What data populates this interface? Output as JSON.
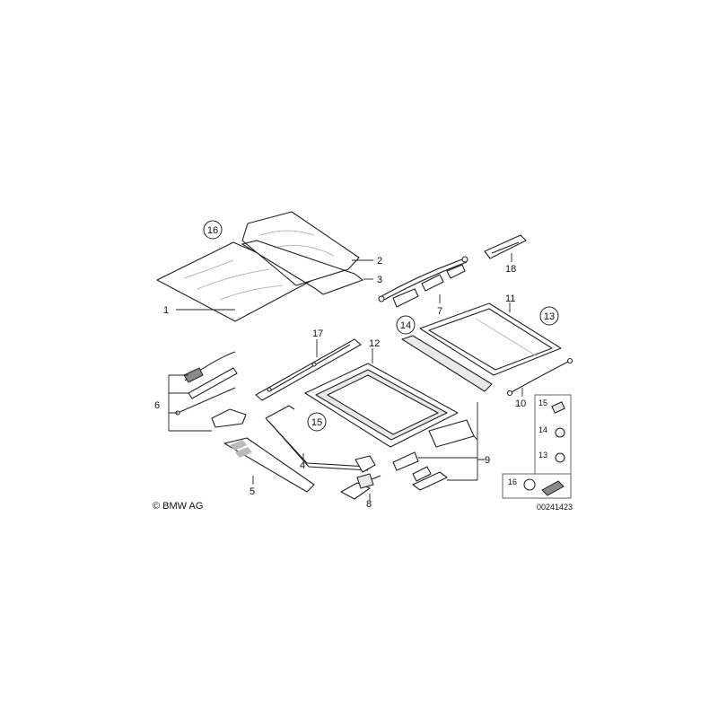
{
  "parts": {
    "p1": "1",
    "p2": "2",
    "p3": "3",
    "p4": "4",
    "p5": "5",
    "p6": "6",
    "p7": "7",
    "p8": "8",
    "p9": "9",
    "p10": "10",
    "p11": "11",
    "p12": "12",
    "p13": "13",
    "p14": "14",
    "p15": "15",
    "p16": "16",
    "p17": "17",
    "p18": "18"
  },
  "legend": {
    "item15": "15",
    "item14": "14",
    "item13": "13",
    "item16": "16"
  },
  "copyright": "© BMW AG",
  "drawing_number": "00241423"
}
